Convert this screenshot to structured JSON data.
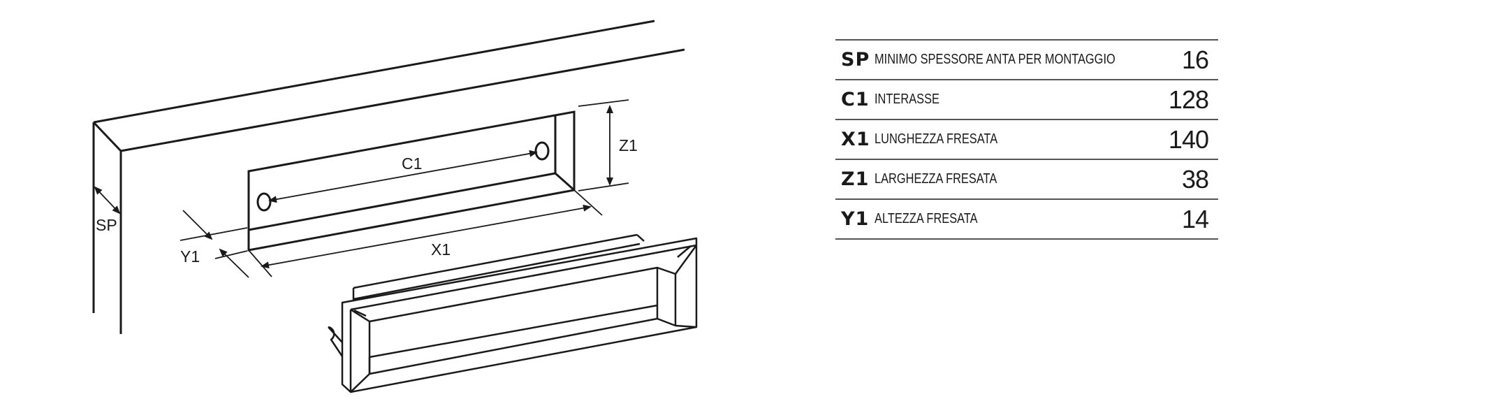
{
  "diagram": {
    "labels": {
      "sp": "SP",
      "c1": "C1",
      "z1": "Z1",
      "x1": "X1",
      "y1": "Y1"
    }
  },
  "spec_table": {
    "rows": [
      {
        "code": "SP",
        "description": "MINIMO SPESSORE ANTA PER MONTAGGIO",
        "value": "16"
      },
      {
        "code": "C1",
        "description": "INTERASSE",
        "value": "128"
      },
      {
        "code": "X1",
        "description": "LUNGHEZZA FRESATA",
        "value": "140"
      },
      {
        "code": "Z1",
        "description": "LARGHEZZA FRESATA",
        "value": "38"
      },
      {
        "code": "Y1",
        "description": "ALTEZZA FRESATA",
        "value": "14"
      }
    ]
  }
}
